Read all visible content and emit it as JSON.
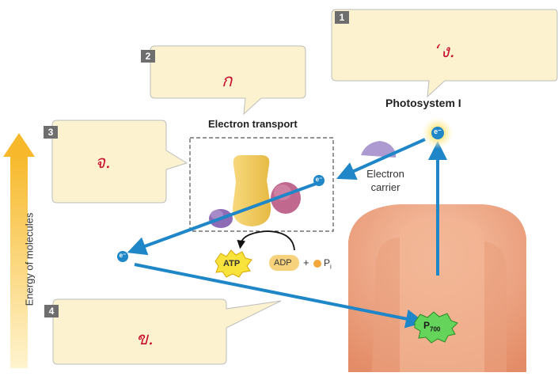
{
  "photosystem_label": "Photosystem I",
  "electron_transport_label": "Electron transport",
  "electron_carrier_label": "Electron carrier",
  "y_axis_label": "Energy of molecules",
  "atp_label": "ATP",
  "adp_label": "ADP",
  "plus_sign": "+",
  "pi_label": "P",
  "pi_subscript": "i",
  "p700_label": "P",
  "p700_subscript": "700",
  "electron_symbol": "e⁻",
  "callouts": [
    {
      "number": "1",
      "answer": "‘ง."
    },
    {
      "number": "2",
      "answer": "ก"
    },
    {
      "number": "3",
      "answer": "จ."
    },
    {
      "number": "4",
      "answer": "ข."
    }
  ],
  "colors": {
    "arrow": "#1f86c8",
    "callout_fill": "#fcf2cf",
    "answer_text": "#c8102e",
    "protein_yellow": "#f0c85a",
    "protein_pink": "#c0688e",
    "protein_purple": "#8e6bb5",
    "photosystem_base": "#f0a984",
    "energy_arrow": "#f7b92b"
  }
}
